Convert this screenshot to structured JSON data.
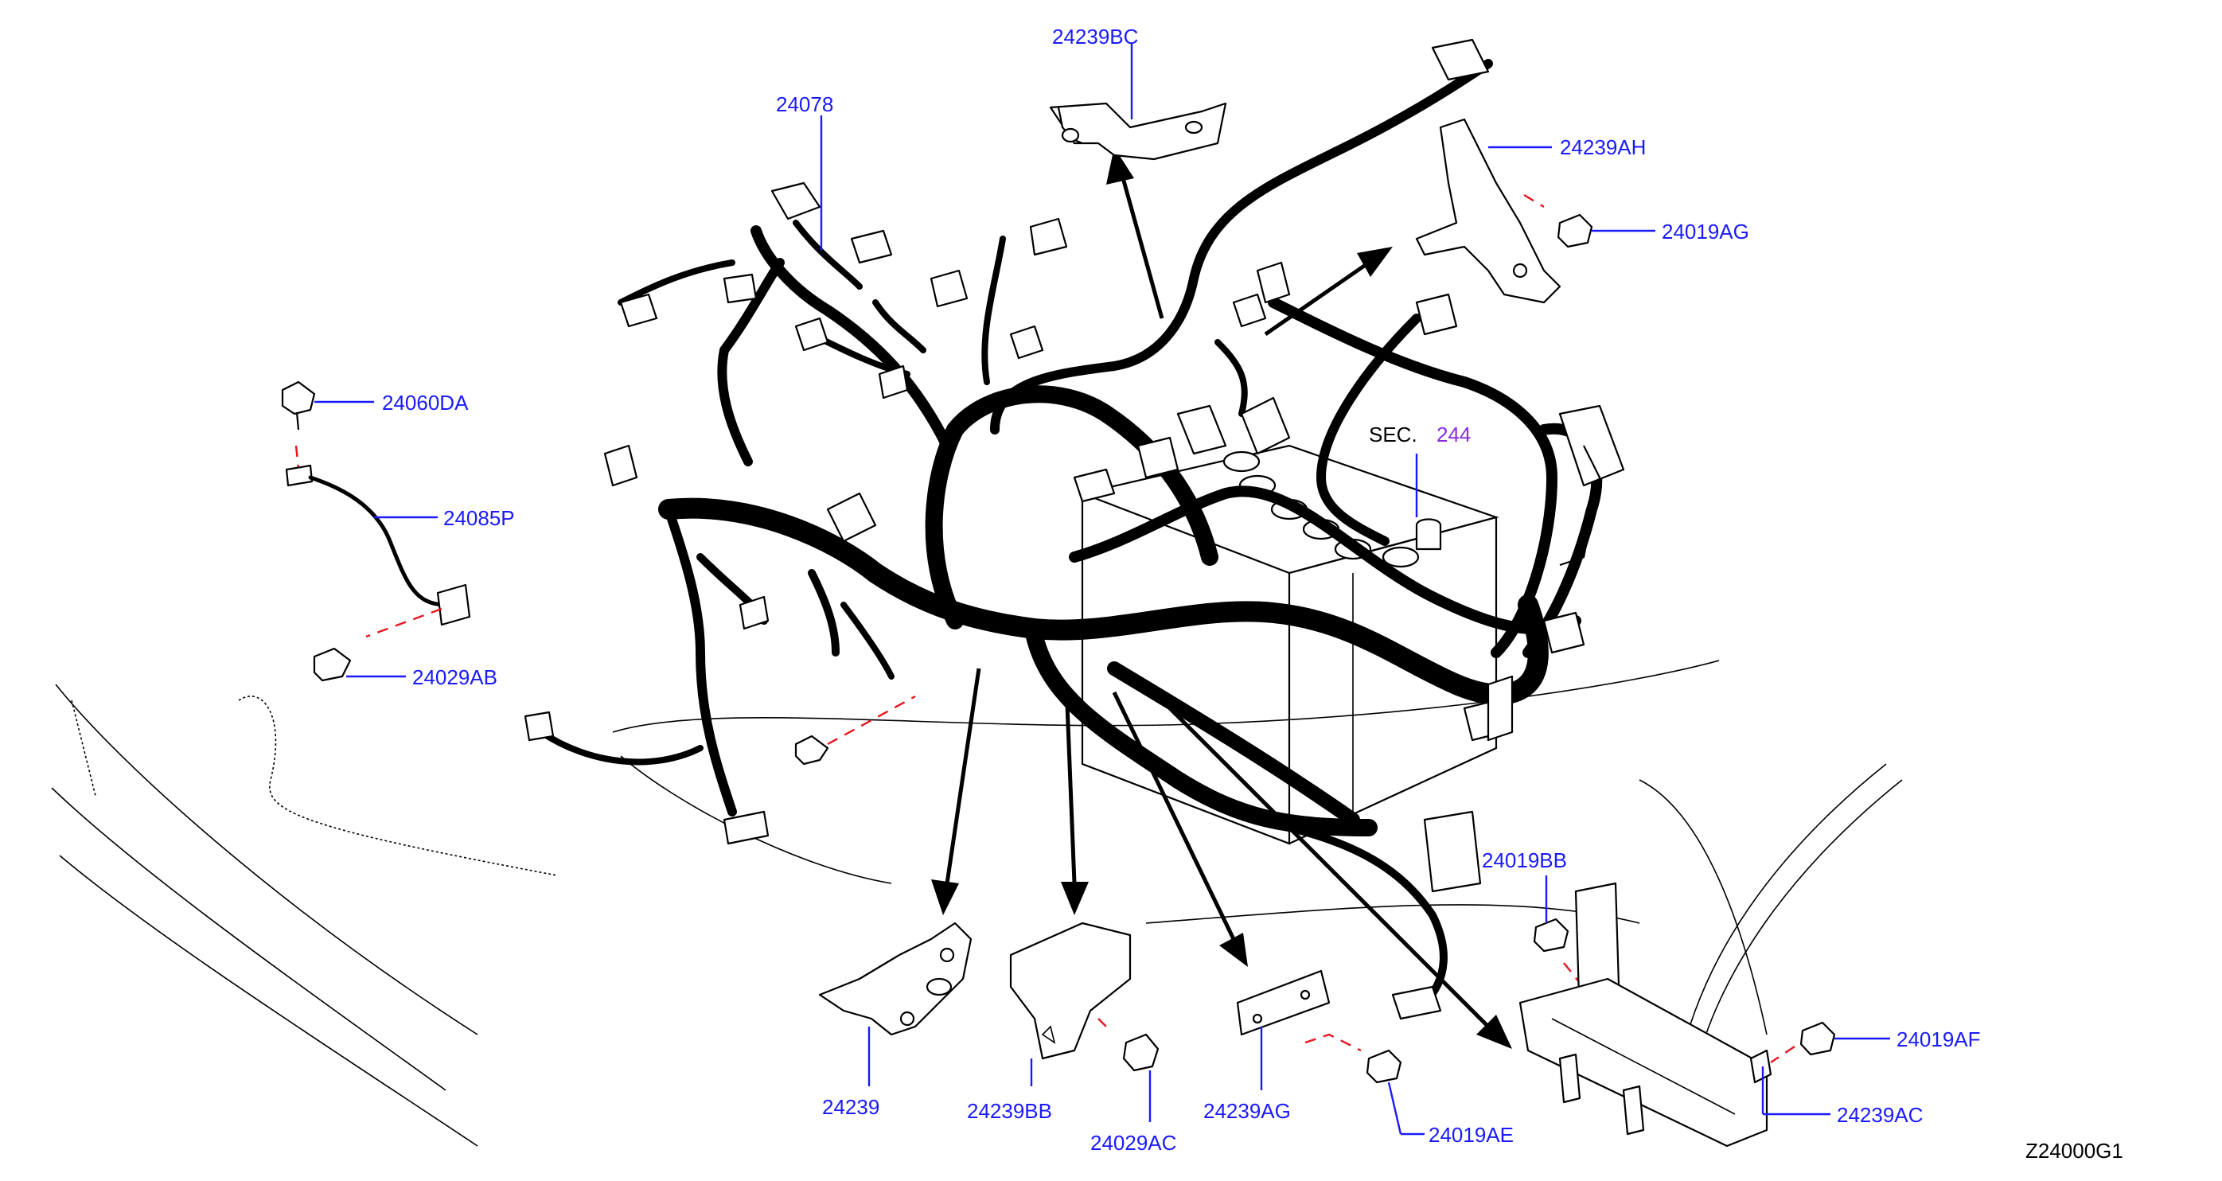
{
  "diagram": {
    "figure_code": "Z24000G1",
    "section_ref_prefix": "SEC.",
    "section_ref_number": "244",
    "labels": {
      "p24239BC": "24239BC",
      "p24078": "24078",
      "p24239AH": "24239AH",
      "p24019AG": "24019AG",
      "p24060DA": "24060DA",
      "p24085P": "24085P",
      "p24029AB": "24029AB",
      "p24019BB": "24019BB",
      "p24019AF": "24019AF",
      "p24239AC": "24239AC",
      "p24239": "24239",
      "p24239BB": "24239BB",
      "p24029AC": "24029AC",
      "p24239AG": "24239AG",
      "p24019AE": "24019AE"
    },
    "colors": {
      "label_blue": "#1a1aff",
      "section_purple": "#8a2be2",
      "guide_red": "#e8141e",
      "line_black": "#000000"
    }
  }
}
